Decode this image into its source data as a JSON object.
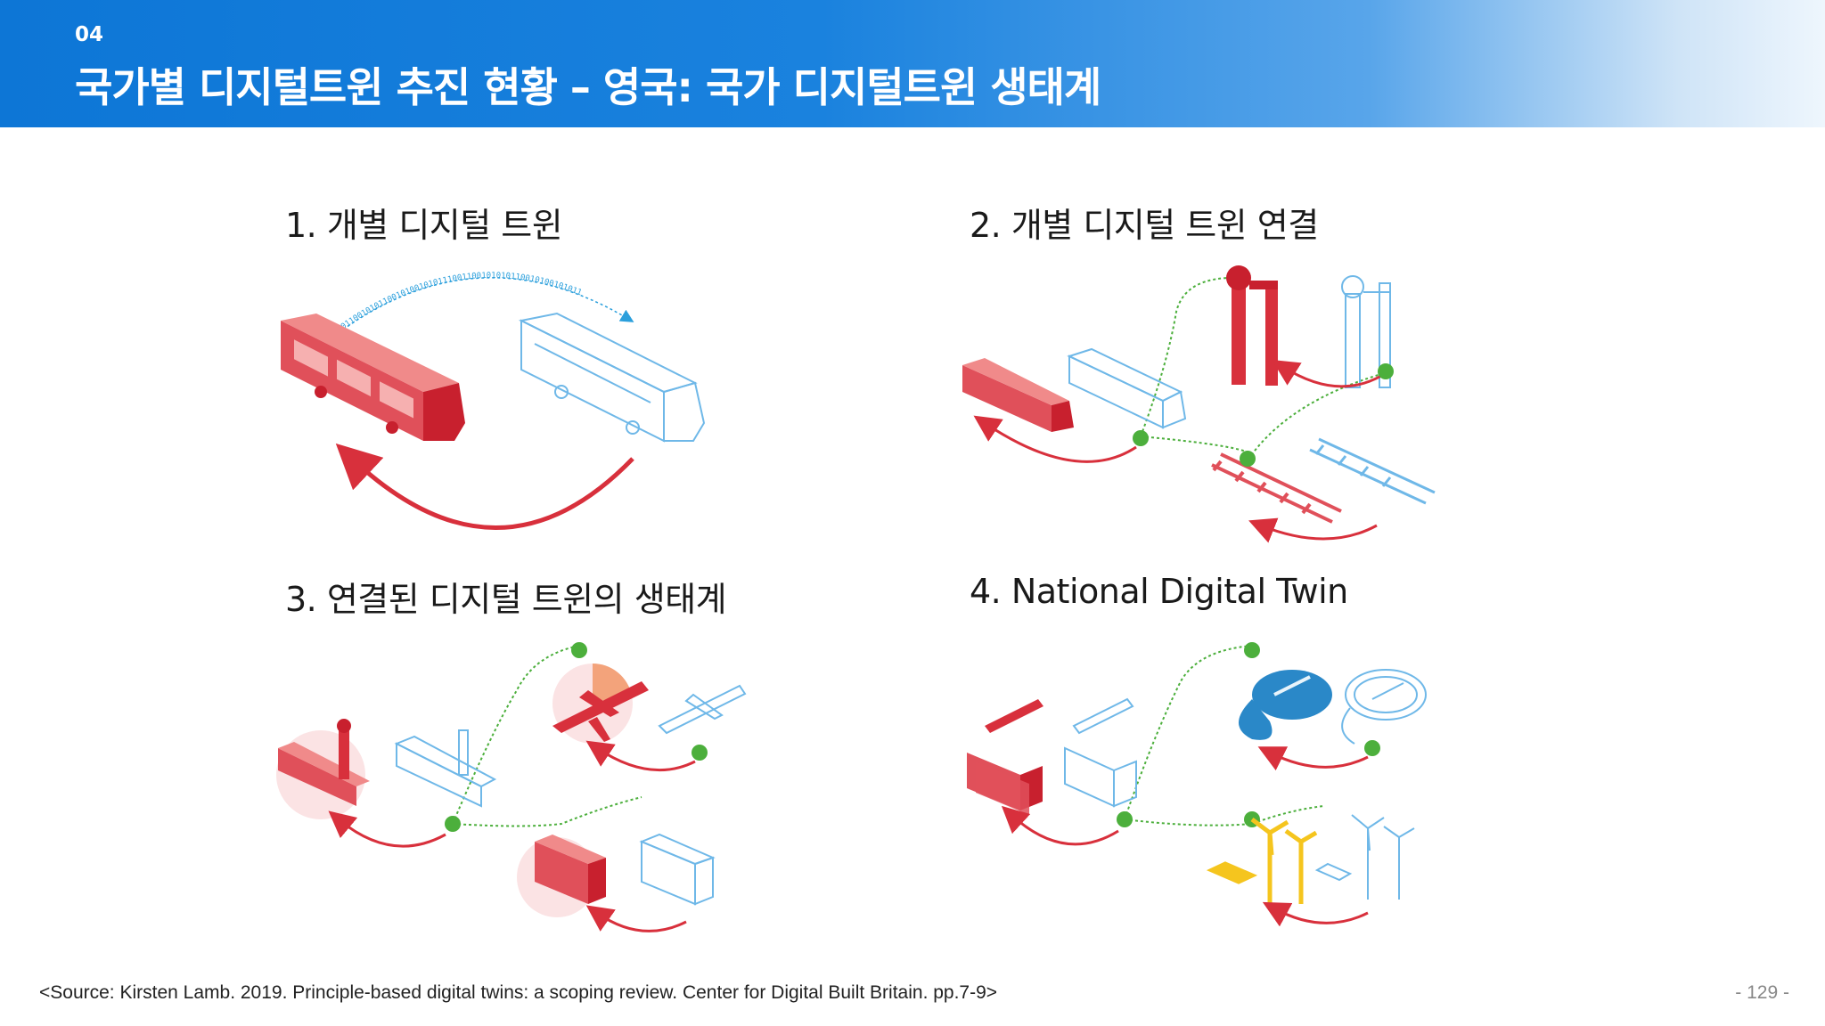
{
  "header": {
    "section_number": "04",
    "title": "국가별 디지털트윈 추진 현황 – 영국: 국가 디지털트윈 생태계"
  },
  "panels": [
    {
      "title": "1. 개별 디지털 트윈"
    },
    {
      "title": "2. 개별 디지털 트윈 연결"
    },
    {
      "title": "3. 연결된 디지털 트윈의 생태계"
    },
    {
      "title": "4. National Digital Twin"
    }
  ],
  "binary_stream": "0110010101100101001010111001100101010110010100101011",
  "source": "<Source: Kirsten Lamb. 2019. Principle-based digital twins: a scoping review. Center for Digital Built Britain. pp.7-9>",
  "page_number": "- 129 -",
  "colors": {
    "header_blue": "#0d76d6",
    "physical_red": "#d8303c",
    "digital_blue": "#2a9fdc",
    "node_green": "#4caf3c",
    "energy_yellow": "#f5c51e"
  }
}
